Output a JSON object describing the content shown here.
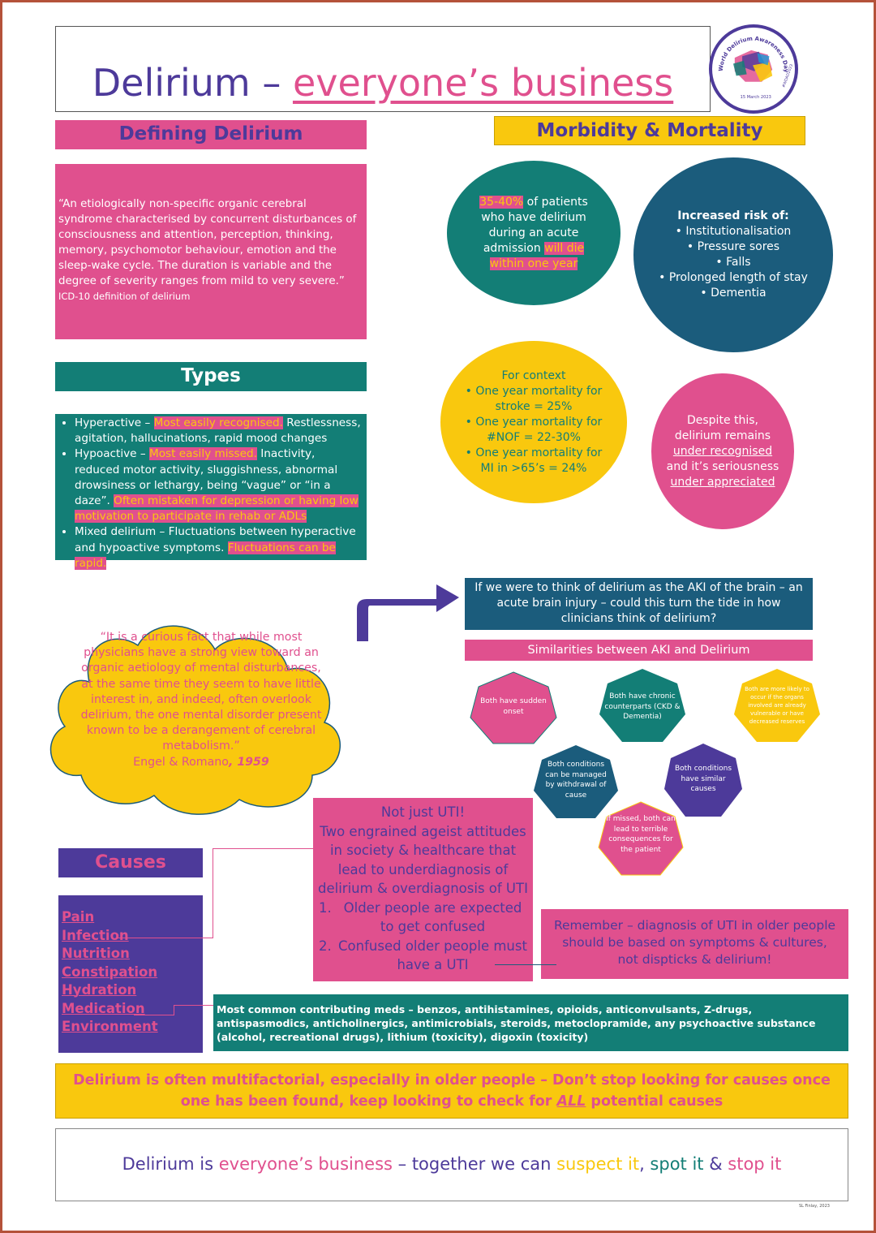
{
  "title": {
    "part1": "Delirium – ",
    "part2": "everyone’s business"
  },
  "logo": {
    "ring_top": "World Delirium Awareness Day",
    "date": "15 March 2023",
    "hashtag": "#WDAD2023"
  },
  "defining": {
    "header": "Defining Delirium",
    "quote": "“An etiologically non-specific organic cerebral syndrome characterised by concurrent disturbances of consciousness and attention, perception, thinking, memory, psychomotor behaviour, emotion and the sleep-wake cycle.  The duration is variable and the degree of severity ranges from mild to very severe.”",
    "source": "ICD-10 definition of delirium"
  },
  "types": {
    "header": "Types",
    "hyper_label": "Hyperactive – ",
    "hyper_hl": "Most easily recognised.",
    "hyper_rest": "  Restlessness, agitation, hallucinations, rapid mood changes",
    "hypo_label": "Hypoactive – ",
    "hypo_hl": "Most easily missed.",
    "hypo_rest": "  Inactivity, reduced motor activity, sluggishness, abnormal drowsiness or lethargy, being “vague” or “in a daze”.  ",
    "hypo_hl2": "Often mistaken for depression or having low motivation to participate in rehab or ADLs",
    "mixed_text": "Mixed delirium – Fluctuations between hyperactive and hypoactive symptoms.  ",
    "mixed_hl": "Fluctuations can be rapid."
  },
  "morbidity": {
    "header": "Morbidity & Mortality",
    "c1_hl1": "35-40%",
    "c1_mid": " of patients who have delirium during an acute admission ",
    "c1_hl2": "will die within one year",
    "c2_title": "Increased risk of:",
    "c2_items": [
      "Institutionalisation",
      "Pressure sores",
      "Falls",
      "Prolonged length of stay",
      "Dementia"
    ],
    "c3_title": "For context",
    "c3_items": [
      "One year mortality for stroke = 25%",
      "One year mortality for #NOF = 22-30%",
      "One year mortality for MI in >65’s = 24%"
    ],
    "c4_a": "Despite this, delirium remains",
    "c4_u1": "under recognised",
    "c4_b": "and it’s seriousness",
    "c4_u2": "under appreciated"
  },
  "cloud": {
    "quote": "“It is a curious fact that while most physicians have a strong view toward an organic aetiology of mental disturbances, at the same time they seem to have little interest in, and indeed, often overlook delirium, the one mental disorder present known to be a derangement of cerebral metabolism.”",
    "author": "Engel & Romano",
    "year": ", 1959"
  },
  "aki": {
    "question": "If we were to think of delirium as the AKI of the brain – an acute brain injury – could this turn the tide in how clinicians think of delirium?",
    "sim_header": "Similarities between AKI and Delirium",
    "shapes": [
      "Both have sudden onset",
      "Both have chronic counterparts (CKD & Dementia)",
      "Both are more likely to occur if the organs involved are already vulnerable or have decreased reserves",
      "Both conditions can be managed by withdrawal of cause",
      "Both conditions have similar causes",
      "If missed, both can lead to terrible consequences for the patient"
    ]
  },
  "uti": {
    "line1": "Not just UTI!",
    "line2": "Two engrained ageist attitudes in society & healthcare that lead to underdiagnosis of delirium & overdiagnosis of UTI",
    "items": [
      "Older people are expected to get confused",
      "Confused older people must have a UTI"
    ],
    "remember": "Remember – diagnosis of UTI in older people should be based on symptoms & cultures, not dispticks & delirium!"
  },
  "causes": {
    "header": "Causes",
    "items": [
      "Pain",
      "Infection",
      "Nutrition",
      "Constipation",
      "Hydration",
      "Medication",
      "Environment"
    ]
  },
  "meds": "Most common contributing meds – benzos, antihistamines, opioids, anticonvulsants, Z-drugs, antispasmodics, anticholinergics, antimicrobials, steroids, metoclopramide, any psychoactive substance (alcohol, recreational drugs), lithium (toxicity), digoxin (toxicity)",
  "multifactorial": {
    "a": "Delirium is often multifactorial, especially in older people – Don’t stop looking for causes once one has been found, keep looking to check for ",
    "u": "ALL",
    "b": " potential causes"
  },
  "footer": {
    "a": "Delirium is ",
    "b": "everyone’s business",
    "c": " – together we can ",
    "d": "suspect it",
    "e": ", ",
    "f": "spot it",
    "g": " & ",
    "h": "stop it"
  },
  "credit": "SL Finlay, 2023",
  "colors": {
    "pink": "#e0508e",
    "teal": "#137e76",
    "navy": "#1b5c7c",
    "yellow": "#f9c80e",
    "purple": "#4d3a9a"
  }
}
